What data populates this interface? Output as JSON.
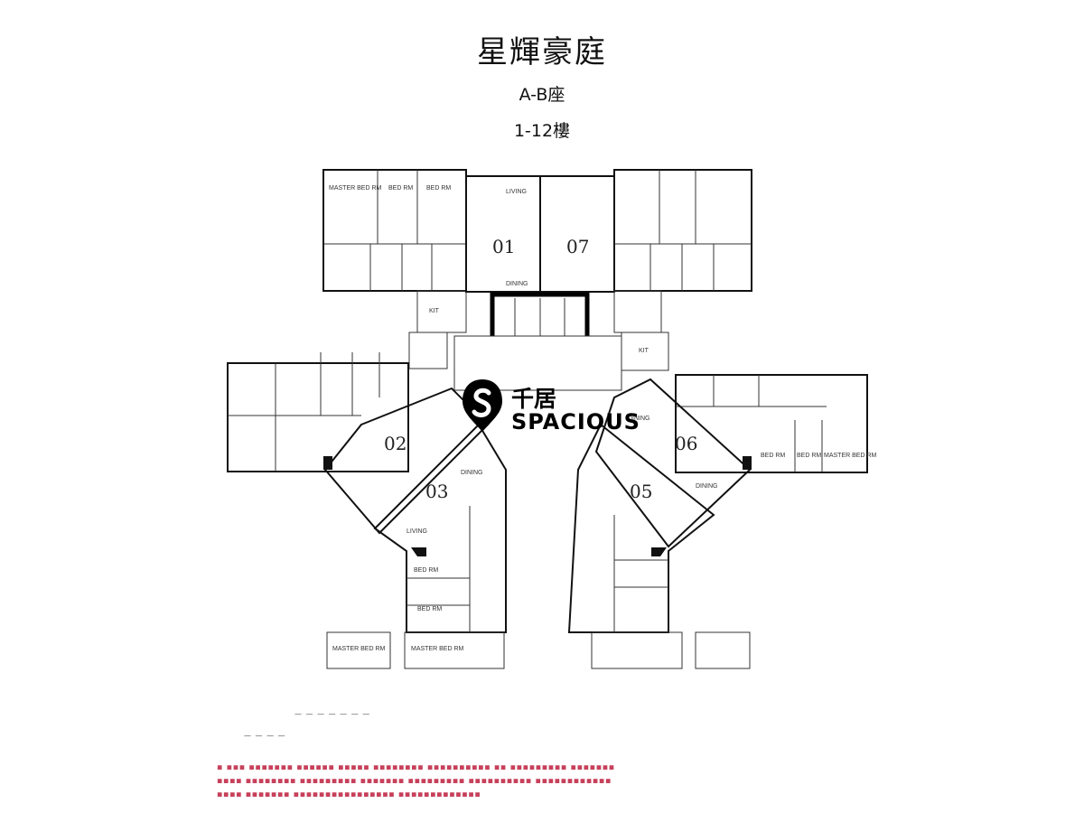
{
  "title": "星輝豪庭",
  "block": "A-B座",
  "floors": "1-12樓",
  "logo": {
    "cn": "千居",
    "en": "SPACIOUS"
  },
  "units": [
    "01",
    "07",
    "02",
    "06",
    "03",
    "05"
  ],
  "rooms": {
    "master_bedroom": "MASTER BED RM",
    "bedroom": "BED RM",
    "living": "LIVING",
    "dining": "DINING",
    "kitchen": "KIT"
  }
}
